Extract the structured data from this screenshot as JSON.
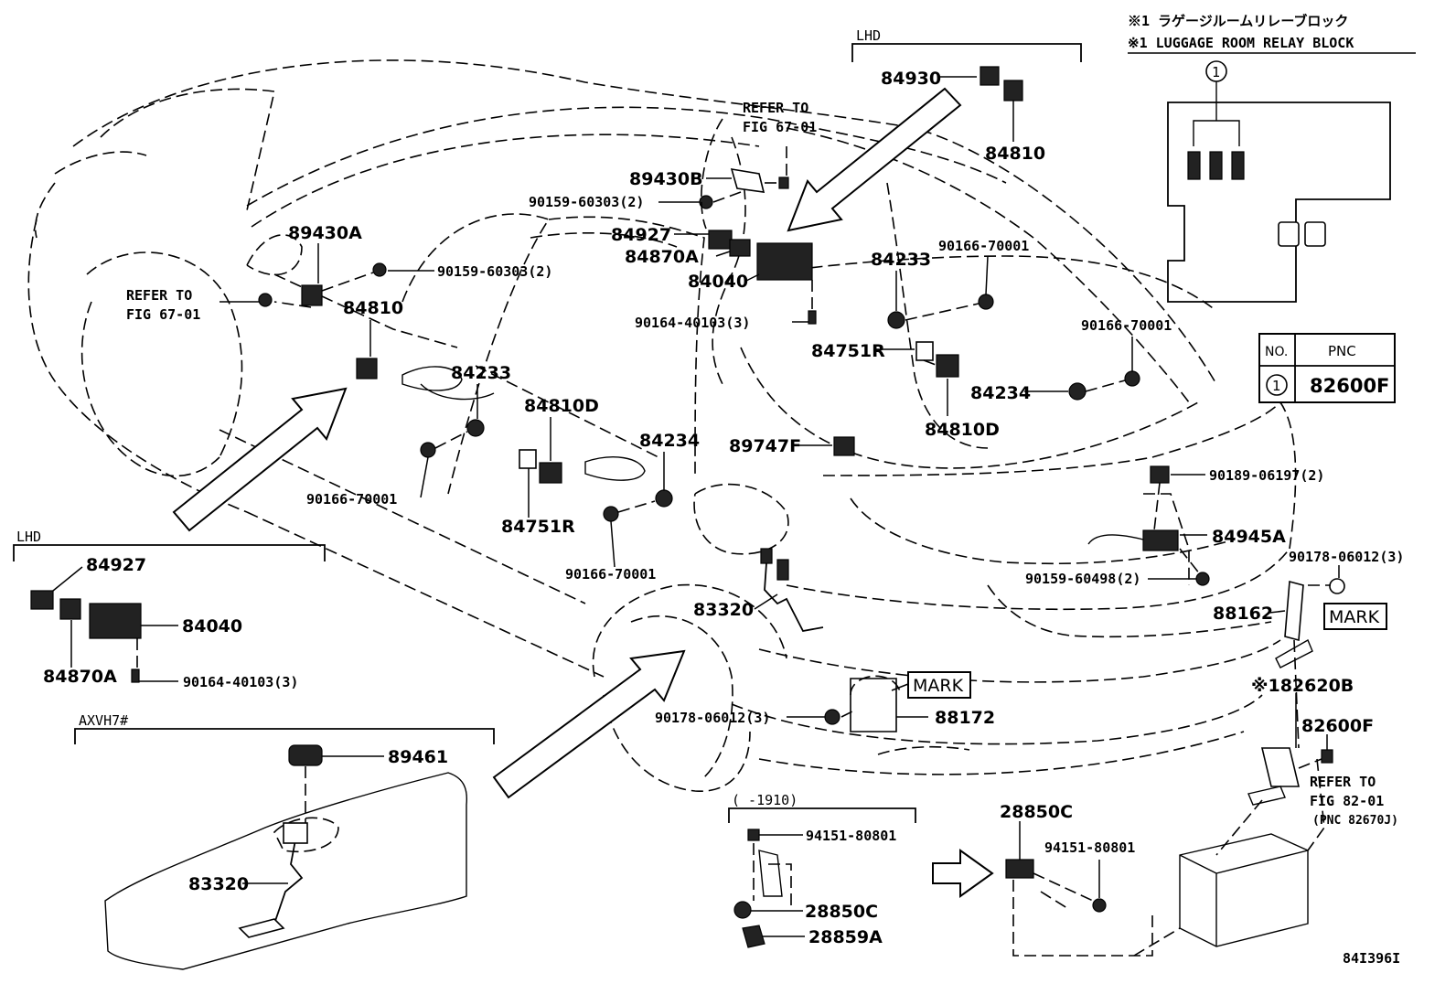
{
  "legend": {
    "note_jp": "※1 ラゲージルームリレーブロック",
    "note_en": "※1 LUGGAGE ROOM RELAY BLOCK",
    "circle_num": "1",
    "table_head_no": "NO.",
    "table_head_pnc": "PNC",
    "table_row_no": "1",
    "table_row_pnc": "82600F"
  },
  "groups": {
    "lhd_top": "LHD",
    "lhd_left": "LHD",
    "axvh7": "AXVH7#",
    "range_1910": "(    -1910)"
  },
  "refs": {
    "refer_top_1": "REFER TO",
    "refer_top_2": "FIG 67-01",
    "refer_left_1": "REFER TO",
    "refer_left_2": "FIG 67-01",
    "refer_right_1": "REFER TO",
    "refer_right_2": "FIG 82-01",
    "refer_right_3": "(PNC 82670J)",
    "mark_1": "MARK",
    "mark_2": "MARK"
  },
  "parts": {
    "p84930": "84930",
    "p84810_top": "84810",
    "p89430B": "89430B",
    "p90159_60303_top": "90159-60303(2)",
    "p84927_mid": "84927",
    "p84870A_mid": "84870A",
    "p84040_mid": "84040",
    "p90164_40103_mid": "90164-40103(3)",
    "p89430A": "89430A",
    "p90159_60303_left": "90159-60303(2)",
    "p84810_left": "84810",
    "p84233_left": "84233",
    "p84810D_left": "84810D",
    "p90166_70001_left": "90166-70001",
    "p84751R_left": "84751R",
    "p84234_mid": "84234",
    "p90166_70001_mid": "90166-70001",
    "p84233_right": "84233",
    "p90166_70001_right1": "90166-70001",
    "p90166_70001_right2": "90166-70001",
    "p84751R_right": "84751R",
    "p84234_right": "84234",
    "p84810D_right": "84810D",
    "p89747F": "89747F",
    "p90189_06197": "90189-06197(2)",
    "p84945A": "84945A",
    "p90178_06012_right": "90178-06012(3)",
    "p90159_60498": "90159-60498(2)",
    "p88162": "88162",
    "p83320_mid": "83320",
    "p82620B": "※182620B",
    "p82600F": "82600F",
    "p90178_06012_mid": "90178-06012(3)",
    "p88172": "88172",
    "p84927_left": "84927",
    "p84040_left": "84040",
    "p84870A_left": "84870A",
    "p90164_40103_left": "90164-40103(3)",
    "p89461": "89461",
    "p83320_tank": "83320",
    "p94151_80801_a": "94151-80801",
    "p28850C_a": "28850C",
    "p28859A": "28859A",
    "p28850C_b": "28850C",
    "p94151_80801_b": "94151-80801",
    "drawing_no": "84I396I"
  }
}
